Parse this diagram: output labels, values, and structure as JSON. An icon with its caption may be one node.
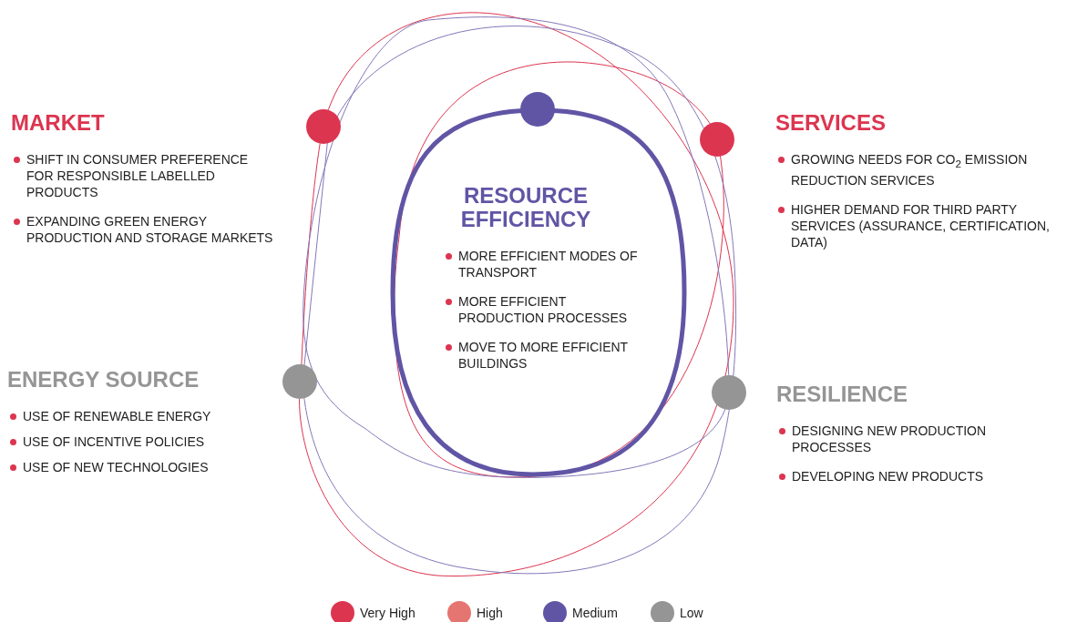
{
  "diagram": {
    "nodes": [
      {
        "text": [
          "MARKET",
          "SHIFT IN CONSUMER PREFERENCE FOR RESPONSIBLE LABELLED PRODUCTS",
          "EXPANDING GREEN ENERGY PRODUCTION AND STORAGE MARKETS"
        ]
      },
      {
        "text": [
          "SERVICES",
          "GROWING NEEDS FOR CO$_{2}$ EMISSION REDUCTION SERVICES",
          "HIGHER DEMAND FOR THIRD PARTY SERVICES (ASSURANCE, CERTIFICATION, DATA)"
        ]
      },
      {
        "text": [
          "ENERGY SOURCE",
          "USE OF RENEWABLE ENERGY",
          "USE OF INCENTIVE POLICIES",
          "USE OF NEW TECHNOLOGIES"
        ]
      },
      {
        "text": [
          "RESILIENCE",
          "DESIGNING NEW PRODUCTION PROCESSES",
          "DEVELOPING NEW PRODUCTS"
        ]
      },
      {
        "text": [
          "RESOURCE EFFICIENCY",
          "MORE EFFICIENT MODES OF TRANSPORT",
          "MORE EFFICIENT PRODUCTION PROCESSES",
          "MOVE TO MORE EFFICIENT BUILDINGS"
        ]
      },
      {
        "text": [],
        "shape": "circle"
      },
      {
        "text": [],
        "shape": "circle"
      },
      {
        "text": [],
        "shape": "circle"
      },
      {
        "text": [],
        "shape": "circle"
      },
      {
        "text": [],
        "shape": "circle"
      }
    ],
    "edges": [],
    "legend": [
      {
        "text": "Very High",
        "color": "#dc3550"
      },
      {
        "text": "High",
        "color": "#e57570"
      },
      {
        "text": "Medium",
        "color": "#6055a5"
      },
      {
        "text": "Low",
        "color": "#959595"
      }
    ]
  }
}
